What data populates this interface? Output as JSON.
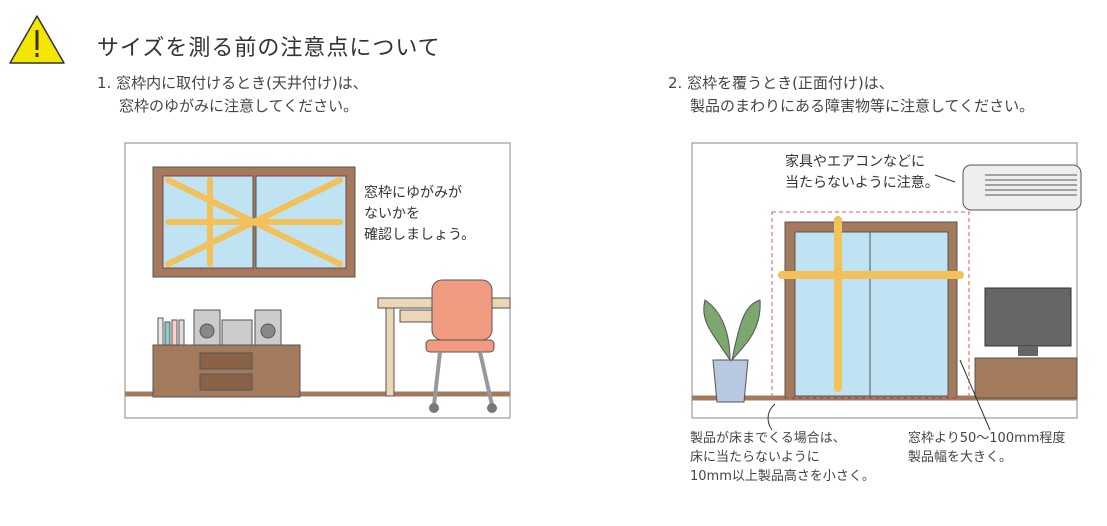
{
  "header": {
    "icon": "warning-icon",
    "title": "サイズを測る前の注意点について"
  },
  "section1": {
    "line1": "1. 窓枠内に取付けるとき(天井付け)は、",
    "line2": "窓枠のゆがみに注意してください。",
    "callout": [
      "窓枠にゆがみが",
      "ないかを",
      "確認しましょう。"
    ]
  },
  "section2": {
    "line1": "2. 窓枠を覆うとき(正面付け)は、",
    "line2": "製品のまわりにある障害物等に注意してください。",
    "callout": [
      "家具やエアコンなどに",
      "当たらないように注意。"
    ],
    "note_floor": [
      "製品が床までくる場合は、",
      "床に当たらないように",
      "10mm以上製品高さを小さく。"
    ],
    "note_width": [
      "窓枠より50〜100mm程度",
      "製品幅を大きく。"
    ]
  },
  "colors": {
    "warning": "#f5e600",
    "arrow": "#f2c15a",
    "glass": "#bfe3f2",
    "frame": "#a47a5c",
    "dashed": "#e05a5a"
  }
}
